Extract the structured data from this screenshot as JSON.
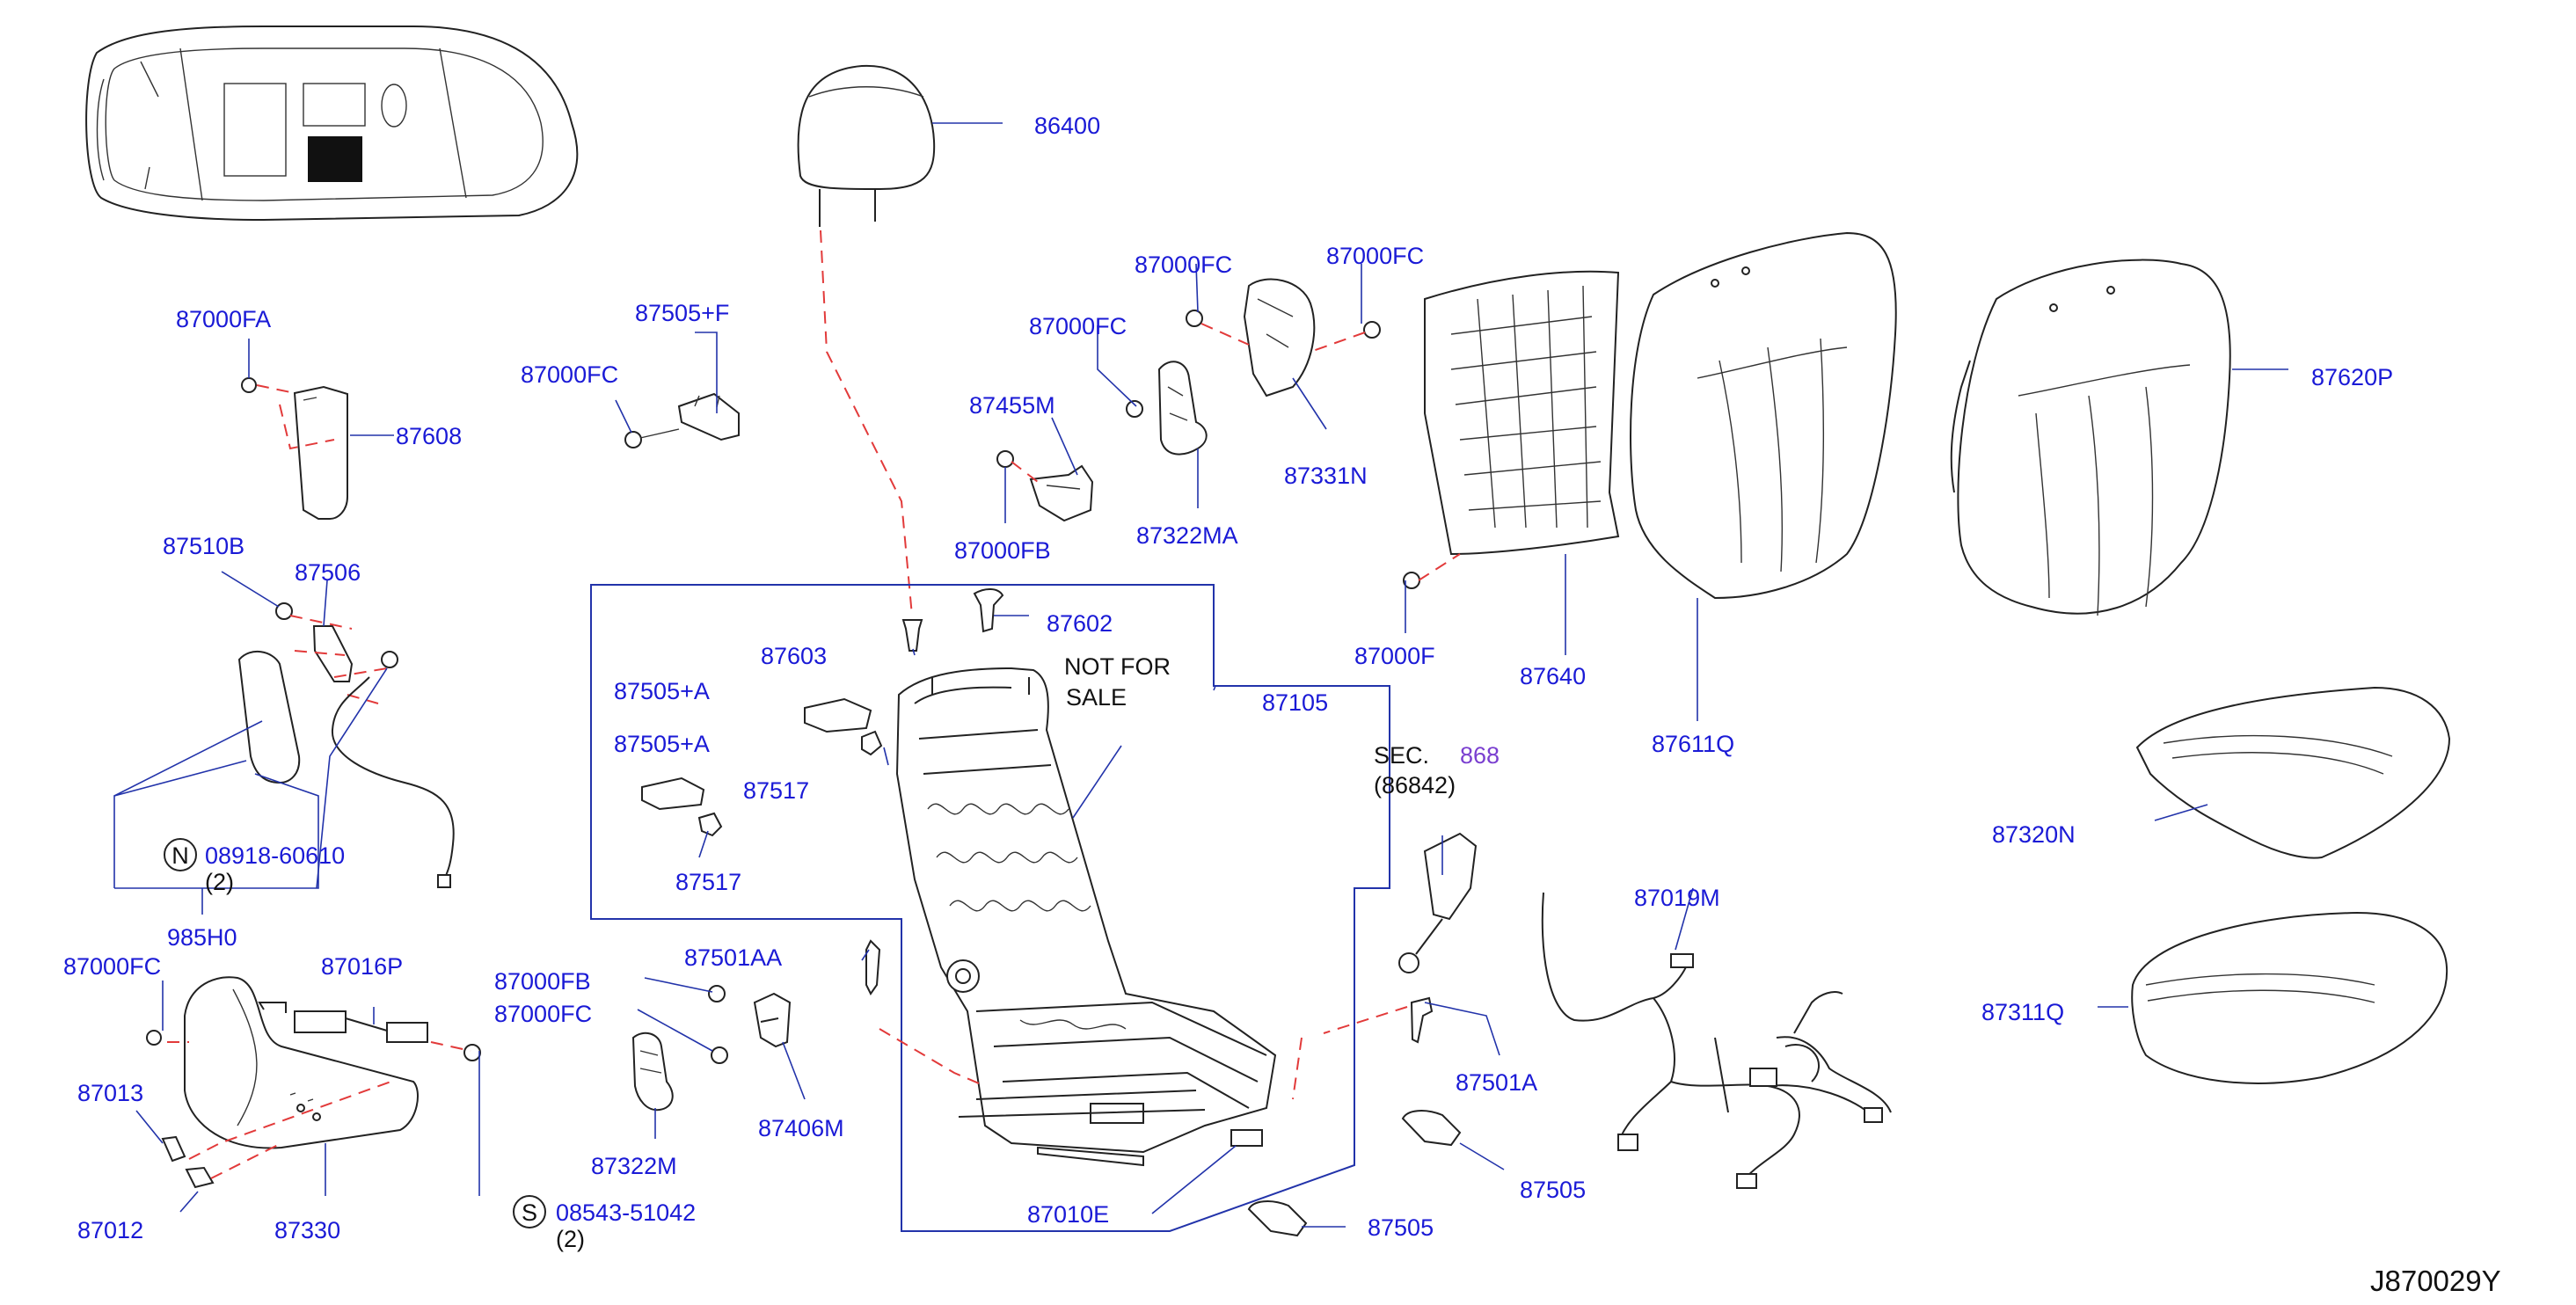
{
  "diagram_code": "J870029Y",
  "not_for_sale": [
    "NOT  FOR",
    "SALE"
  ],
  "section_ref": {
    "prefix": "SEC.",
    "number": "868",
    "sub": "(86842)"
  },
  "badges": {
    "n": "N",
    "s": "S"
  },
  "labels": {
    "p87000FA": "87000FA",
    "p87608": "87608",
    "p87505F": "87505+F",
    "p87000FC_a": "87000FC",
    "p86400": "86400",
    "p87000FC_b": "87000FC",
    "p87000FC_c": "87000FC",
    "p87000FC_d": "87000FC",
    "p87455M": "87455M",
    "p87000FB_a": "87000FB",
    "p87322MA": "87322MA",
    "p87331N": "87331N",
    "p87620P": "87620P",
    "p87510B": "87510B",
    "p87506": "87506",
    "p87603": "87603",
    "p87602": "87602",
    "p87105": "87105",
    "p87505A_a": "87505+A",
    "p87505A_b": "87505+A",
    "p87517_a": "87517",
    "p87517_b": "87517",
    "p87000F": "87000F",
    "p87640": "87640",
    "p87611Q": "87611Q",
    "p08918": "08918-60610",
    "p08918_qty": "(2)",
    "p985H0": "985H0",
    "p87320N": "87320N",
    "p87019M": "87019M",
    "p87000FC_e": "87000FC",
    "p87016P": "87016P",
    "p87000FB_b": "87000FB",
    "p87000FC_f": "87000FC",
    "p87501AA": "87501AA",
    "p87311Q": "87311Q",
    "p87013": "87013",
    "p87501A": "87501A",
    "p87322M": "87322M",
    "p87406M": "87406M",
    "p87505_a": "87505",
    "p87012": "87012",
    "p87330": "87330",
    "p08543": "08543-51042",
    "p08543_qty": "(2)",
    "p87010E": "87010E",
    "p87505_b": "87505"
  }
}
